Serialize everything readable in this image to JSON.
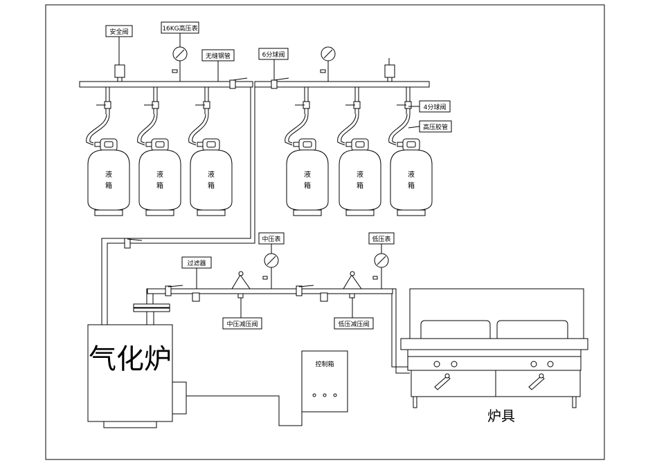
{
  "labels": {
    "safety_valve": "安全阀",
    "gauge_16kg": "16KG高压表",
    "seamless_pipe": "无缝钢管",
    "ball_valve_6": "6分球阀",
    "ball_valve_4": "4分球阀",
    "hp_hose": "高压胶管",
    "filter": "过滤器",
    "mid_gauge": "中压表",
    "low_gauge": "低压表",
    "mid_reducer": "中压减压阀",
    "low_reducer": "低压减压阀",
    "control_box": "控制箱",
    "vaporizer": "气化炉",
    "stove": "炉具"
  },
  "tank": {
    "line1": "液",
    "line2": "箱"
  },
  "tank_count": 6
}
